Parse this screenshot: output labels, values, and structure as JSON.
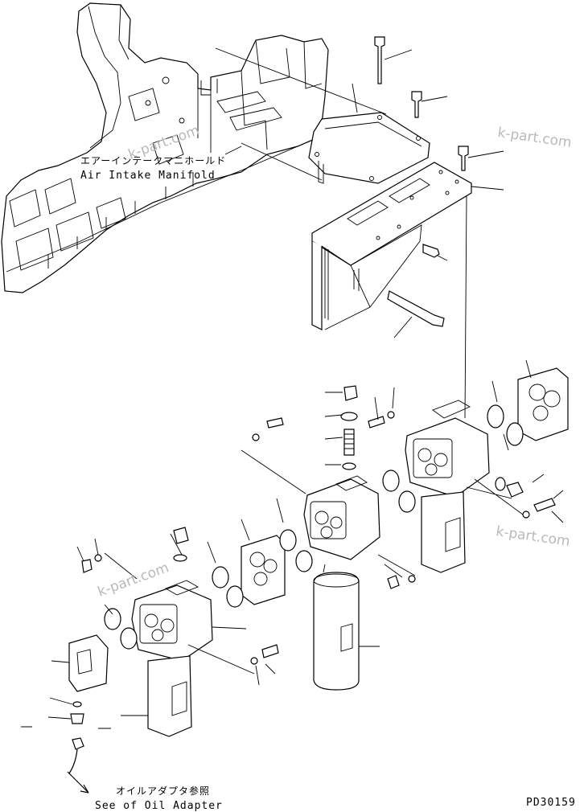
{
  "labels": {
    "manifold_jp": "エアーインテークマニホールド",
    "manifold_en": "Air Intake Manifold",
    "adapter_jp": "オイルアダプタ参照",
    "adapter_en": "See of Oil Adapter",
    "drawing_code": "PD30159"
  },
  "watermarks": [
    "k-part.com",
    "k-part.com",
    "k-part.com",
    "k-part.com"
  ]
}
